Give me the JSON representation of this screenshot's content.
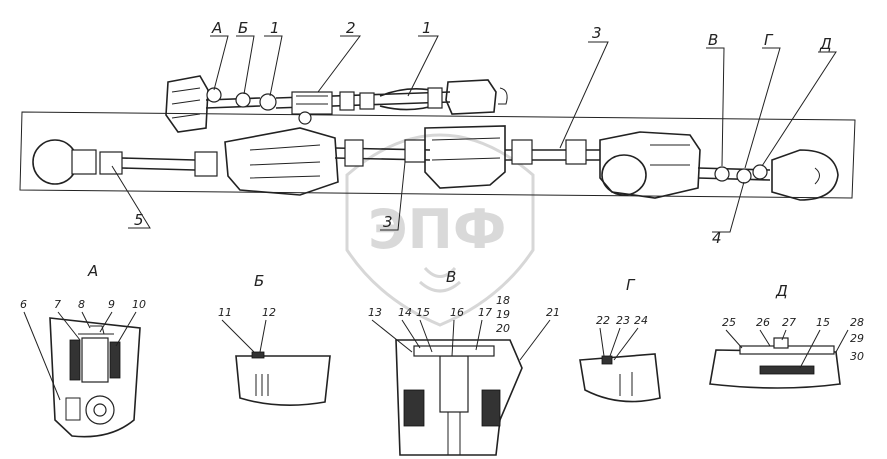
{
  "watermark": {
    "text": "ЭПФ"
  },
  "callouts": {
    "A": "А",
    "B": "Б",
    "n1a": "1",
    "n2": "2",
    "n1b": "1",
    "n3a": "3",
    "V": "В",
    "G": "Г",
    "D": "Д",
    "n5": "5",
    "n3b": "3",
    "n4": "4"
  },
  "details": [
    {
      "title": "А",
      "labels": [
        "6",
        "7",
        "8",
        "9",
        "10"
      ]
    },
    {
      "title": "Б",
      "labels": [
        "11",
        "12"
      ]
    },
    {
      "title": "В",
      "labels": [
        "13",
        "14",
        "15",
        "16",
        "17",
        "18",
        "19",
        "20",
        "21"
      ]
    },
    {
      "title": "Г",
      "labels": [
        "22",
        "23",
        "24"
      ]
    },
    {
      "title": "Д",
      "labels": [
        "25",
        "26",
        "27",
        "15",
        "28",
        "29",
        "30"
      ]
    }
  ]
}
